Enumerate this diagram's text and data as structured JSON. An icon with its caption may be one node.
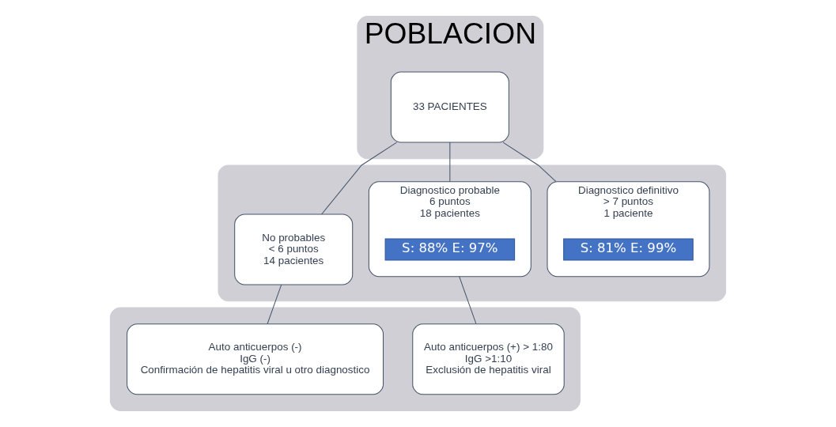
{
  "diagram": {
    "nodes": [
      {
        "text": [
          "POBLACION"
        ]
      },
      {
        "text": [
          "33 PACIENTES"
        ],
        "in": 0
      },
      {
        "text": [],
        "shape": "band"
      },
      {
        "text": [
          "Diagnostico definitivo",
          "> 7 puntos",
          "1 paciente"
        ],
        "in": 2
      },
      {
        "text": [
          "S: 81% E: 99%"
        ],
        "in": 3
      },
      {
        "text": [
          "Diagnostico probable",
          "6 puntos",
          "18 pacientes"
        ],
        "in": 2
      },
      {
        "text": [
          "S: 88% E: 97%"
        ],
        "in": 5
      },
      {
        "text": [
          "No probables",
          "< 6 puntos",
          "14 pacientes"
        ],
        "in": 2
      },
      {
        "text": [],
        "shape": "band"
      },
      {
        "text": [
          "Auto anticuerpos (+) > 1:80",
          "IgG >1:10",
          "Exclusión de hepatitis viral"
        ],
        "in": 8
      },
      {
        "text": [
          "Auto anticuerpos (-)",
          "IgG (-)",
          "Confirmación de hepatitis viral u otro diagnostico"
        ],
        "in": 8
      }
    ],
    "edges": [
      {
        "from": 1,
        "to": 3,
        "arrow": "none"
      },
      {
        "from": 1,
        "to": 5,
        "arrow": "none"
      },
      {
        "from": 1,
        "to": 7,
        "arrow": "none"
      },
      {
        "from": 5,
        "to": 9,
        "arrow": "none"
      },
      {
        "from": 7,
        "to": 10,
        "arrow": "none"
      }
    ]
  }
}
